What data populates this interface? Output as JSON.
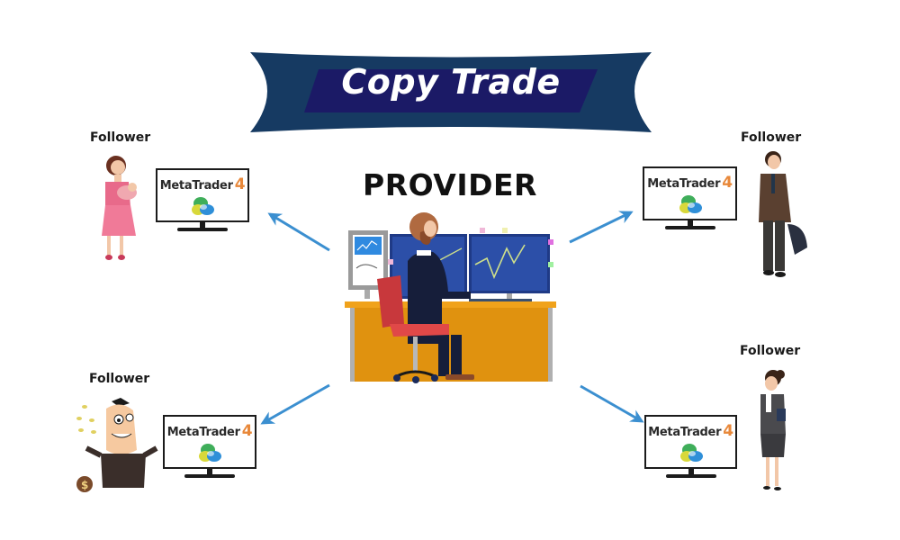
{
  "banner": {
    "title": "Copy Trade",
    "outer_color": "#163a62",
    "inner_color": "#1b1a66",
    "text_color": "#ffffff"
  },
  "provider": {
    "title": "PROVIDER",
    "illustration": "trader-at-desk-with-monitors"
  },
  "followers": [
    {
      "position": "top-left",
      "label": "Follower",
      "platform": "MetaTrader",
      "version": "4",
      "figure": "mother-with-baby"
    },
    {
      "position": "top-right",
      "label": "Follower",
      "platform": "MetaTrader",
      "version": "4",
      "figure": "businessman-with-coat"
    },
    {
      "position": "bottom-left",
      "label": "Follower",
      "platform": "MetaTrader",
      "version": "4",
      "figure": "excited-man-with-coins"
    },
    {
      "position": "bottom-right",
      "label": "Follower",
      "platform": "MetaTrader",
      "version": "4",
      "figure": "businesswoman-on-phone"
    }
  ],
  "arrows": {
    "color": "#3b8fd0",
    "direction": "provider-to-followers"
  },
  "colors": {
    "desk": "#e0920f",
    "chair": "#e04848",
    "screen": "#2c4fa8",
    "mt_four": "#e8883a"
  }
}
